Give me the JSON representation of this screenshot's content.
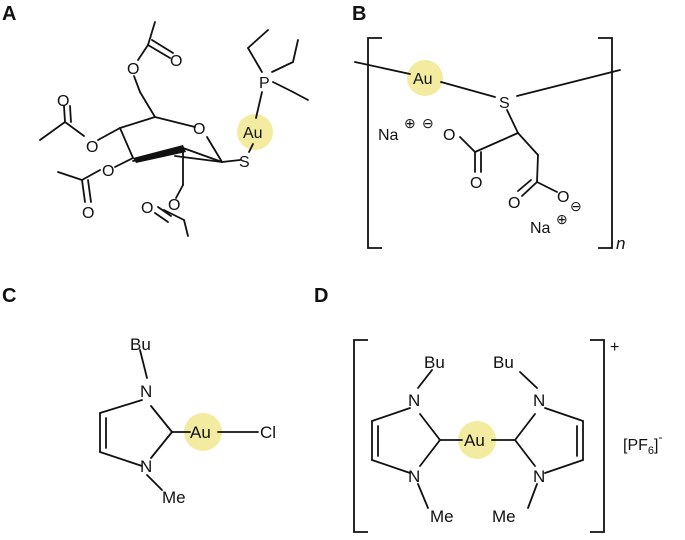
{
  "colors": {
    "gold_highlight": "#f3eba0",
    "ink": "#111111"
  },
  "panels": {
    "A": {
      "label": "A",
      "atoms": {
        "gold": "Au",
        "phosphorus": "P",
        "sulfur": "S",
        "ring_oxygen": "O",
        "acetyl_o1": "O",
        "acetyl_o2": "O",
        "acetyl_o3": "O",
        "acetyl_o4": "O",
        "ester_o1": "O",
        "ester_o2": "O",
        "ester_o3": "O",
        "ester_o4": "O"
      }
    },
    "B": {
      "label": "B",
      "atoms": {
        "gold": "Au",
        "sulfur": "S",
        "sodium1": "Na",
        "sodium2": "Na",
        "o1": "O",
        "o2": "O",
        "o3": "O",
        "o4": "O"
      },
      "charges": {
        "na1_plus": "⊕",
        "o1_minus": "⊖",
        "na2_plus": "⊕",
        "o4_minus": "⊖"
      },
      "repeat_subscript": "n"
    },
    "C": {
      "label": "C",
      "atoms": {
        "gold": "Au",
        "chlorine": "Cl",
        "n_top": "N",
        "n_bottom": "N",
        "butyl": "Bu",
        "methyl": "Me"
      }
    },
    "D": {
      "label": "D",
      "atoms": {
        "gold": "Au",
        "n_tl": "N",
        "n_bl": "N",
        "n_tr": "N",
        "n_br": "N",
        "butyl_l": "Bu",
        "butyl_r": "Bu",
        "methyl_l": "Me",
        "methyl_r": "Me"
      },
      "charge": "+",
      "counterion": {
        "prefix": "[PF",
        "sub": "6",
        "close": "]",
        "charge": "-"
      }
    }
  }
}
